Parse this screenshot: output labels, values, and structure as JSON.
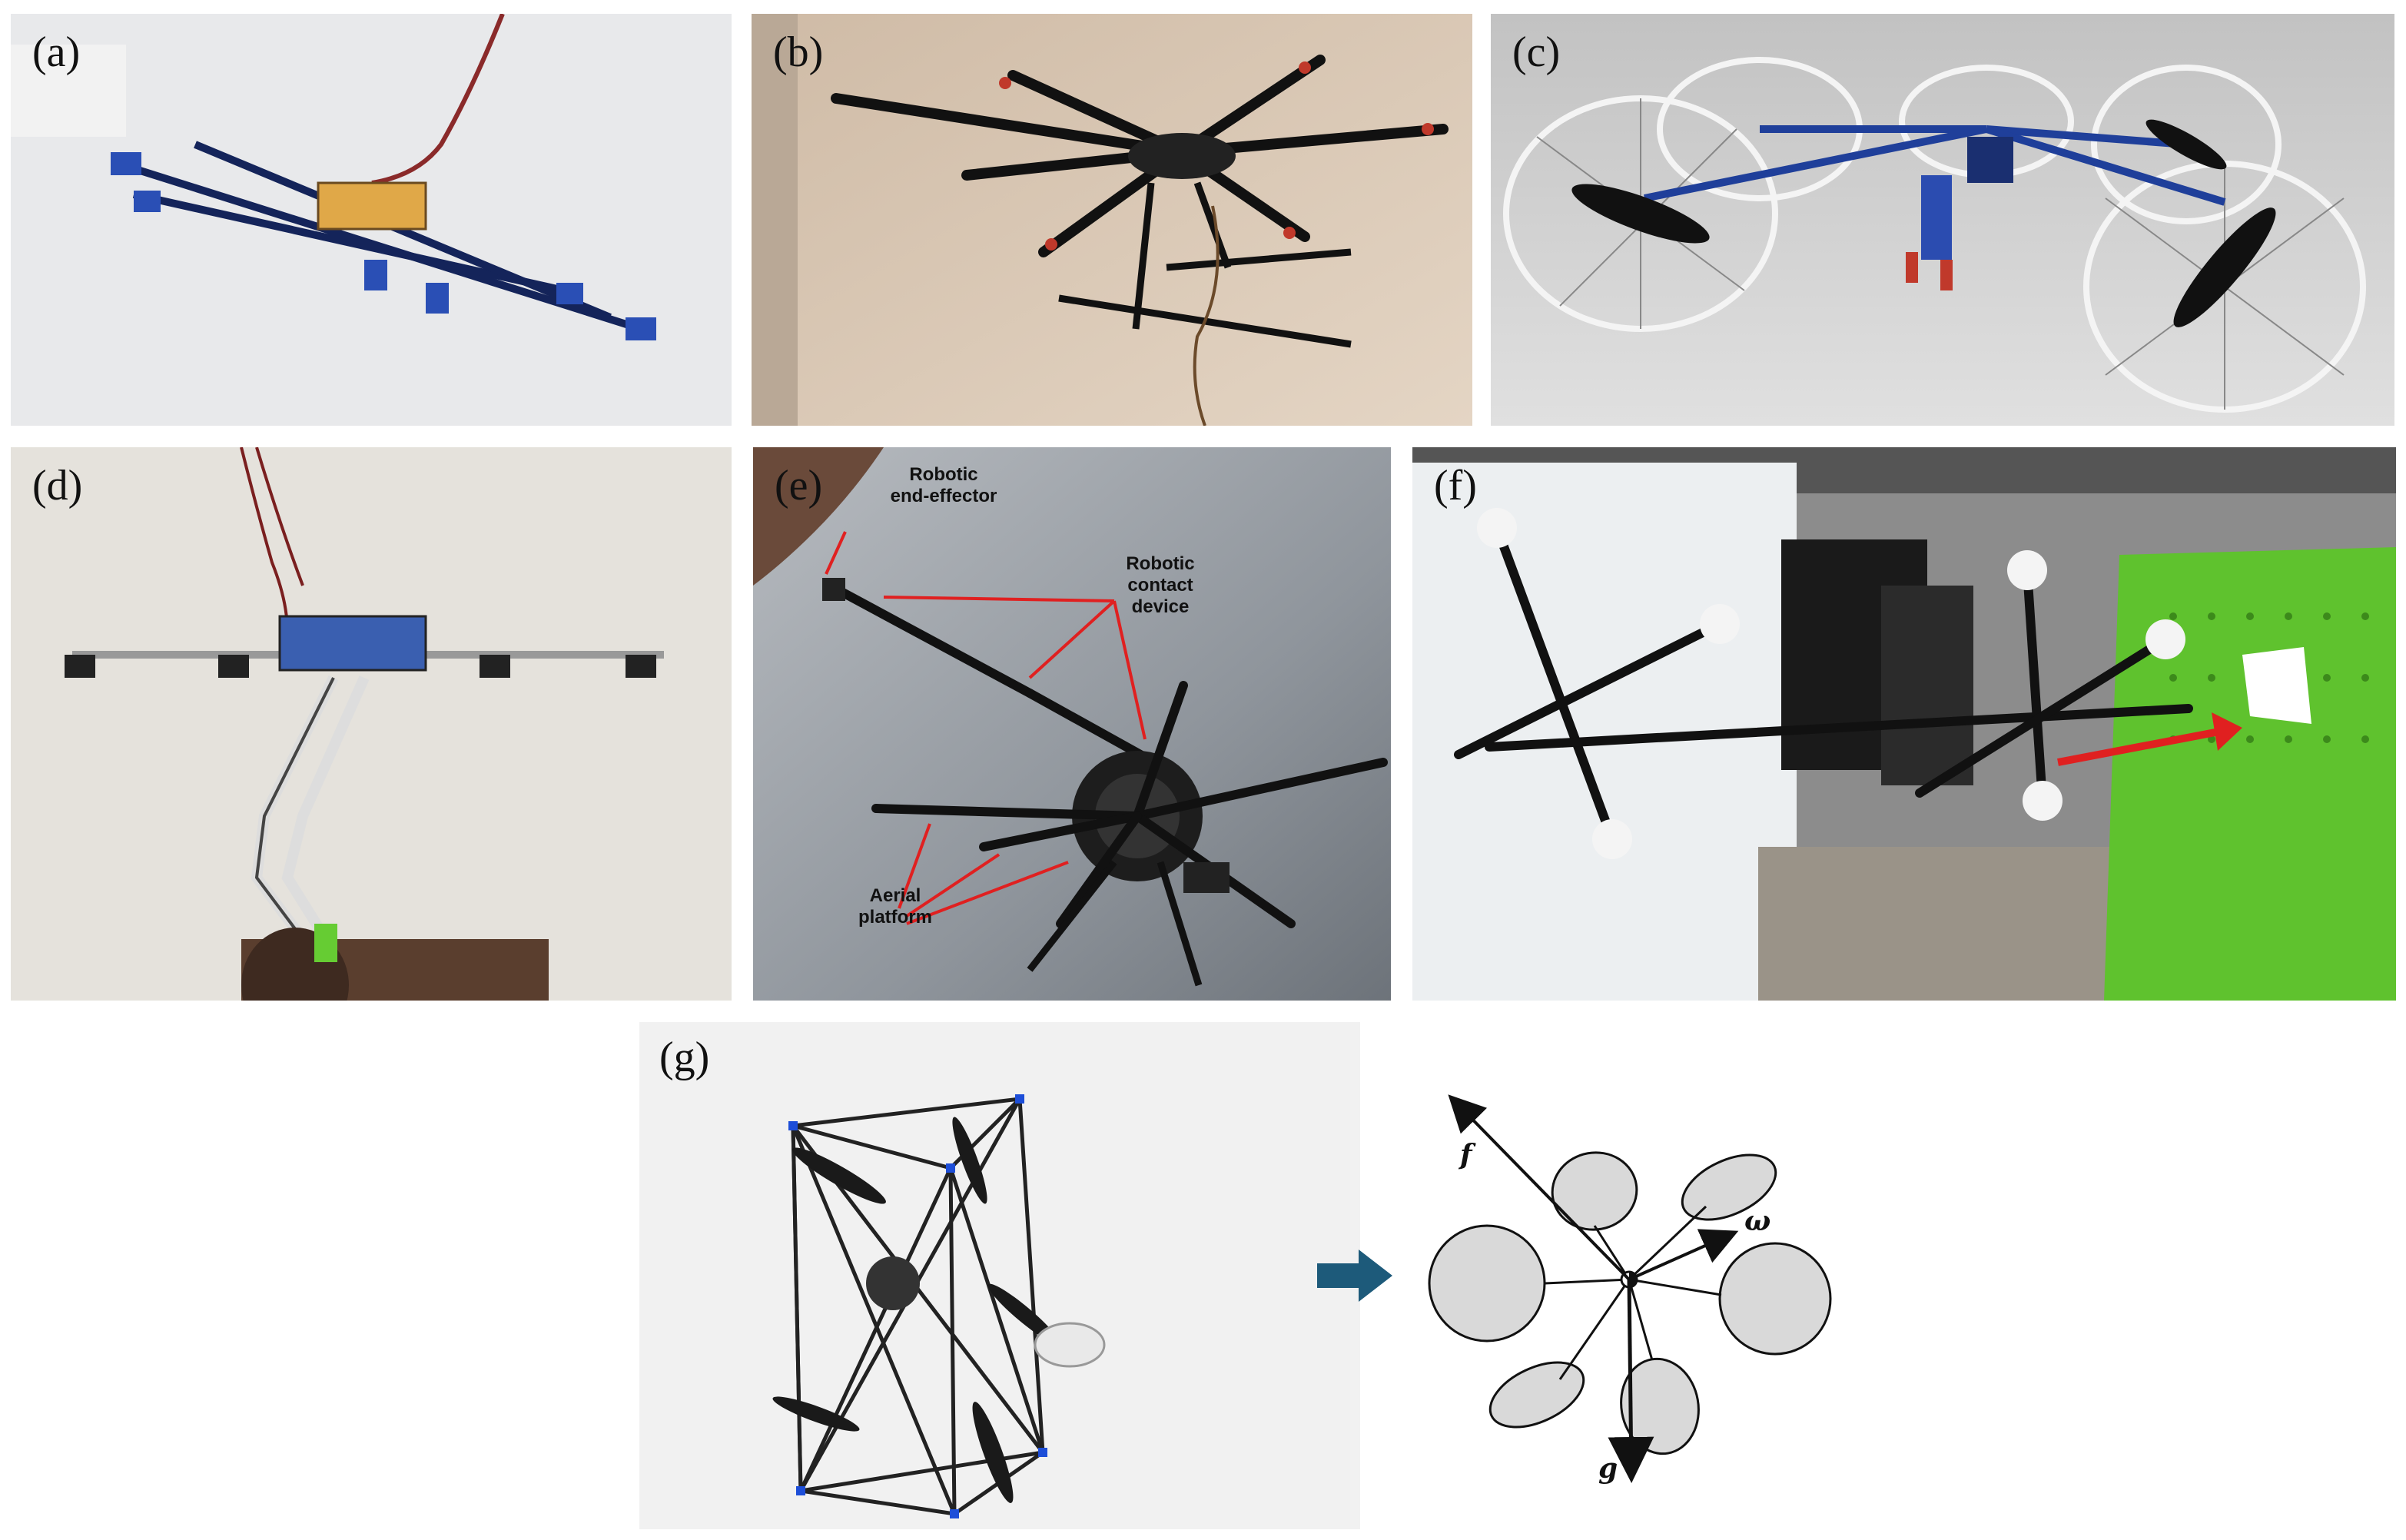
{
  "panels": {
    "a": {
      "label": "(a)"
    },
    "b": {
      "label": "(b)"
    },
    "c": {
      "label": "(c)"
    },
    "d": {
      "label": "(d)"
    },
    "e": {
      "label": "(e)",
      "annotations": {
        "end_effector": "Robotic\nend-effector",
        "contact_device": "Robotic\ncontact\ndevice",
        "aerial_platform": "Aerial\nplatform"
      }
    },
    "f": {
      "label": "(f)"
    },
    "g": {
      "label": "(g)",
      "symbols": {
        "force": "f",
        "omega": "ω",
        "gravity": "g"
      }
    }
  },
  "colors": {
    "annotation_arrow": "#e02020",
    "flow_arrow": "#1d5a7a",
    "green_board": "#5fc22e",
    "blue_arm": "#1f3f9a"
  }
}
